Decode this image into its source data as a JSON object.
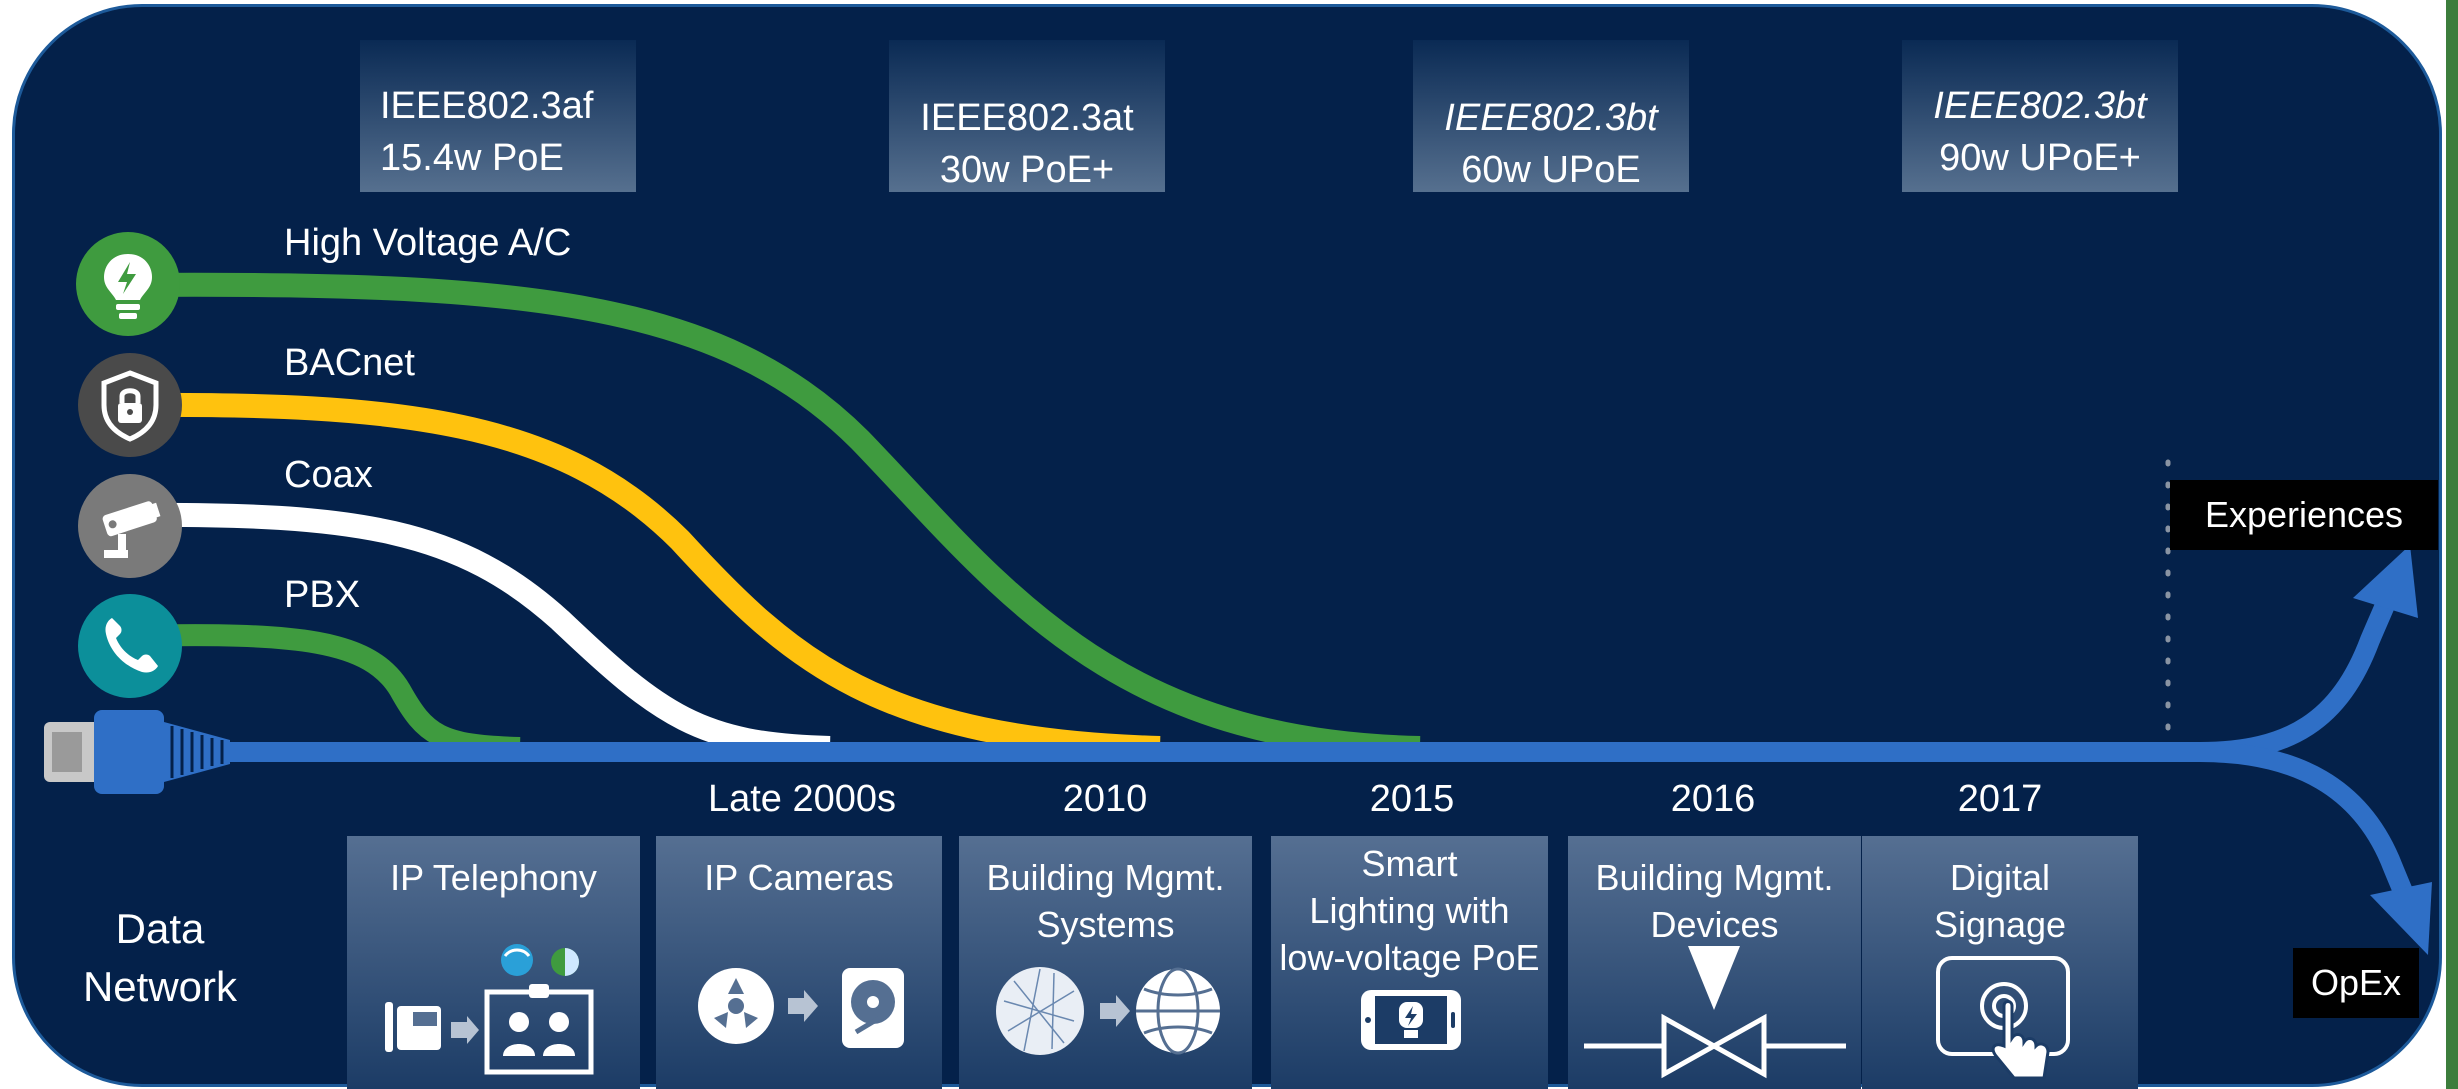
{
  "standards": [
    {
      "line1": "IEEE802.3af",
      "line2": "15.4w PoE"
    },
    {
      "line1": "IEEE802.3at",
      "line2": "30w PoE+"
    },
    {
      "line1": "IEEE802.3bt",
      "line2": "60w UPoE"
    },
    {
      "line1": "IEEE802.3bt",
      "line2": "90w UPoE+"
    }
  ],
  "cables": [
    {
      "label": "High Voltage A/C",
      "icon": "lightbulb-icon",
      "color": "#3f9b3f"
    },
    {
      "label": "BACnet",
      "icon": "shield-lock-icon",
      "color": "#ffc20e"
    },
    {
      "label": "Coax",
      "icon": "security-camera-icon",
      "color": "#ffffff"
    },
    {
      "label": "PBX",
      "icon": "phone-icon",
      "color": "#3f9b3f"
    }
  ],
  "data_network": {
    "line1": "Data",
    "line2": "Network"
  },
  "years": [
    "Late 2000s",
    "2010",
    "2015",
    "2016",
    "2017"
  ],
  "cards": [
    {
      "line1": "IP Telephony",
      "line2": "",
      "line3": ""
    },
    {
      "line1": "IP Cameras",
      "line2": "",
      "line3": ""
    },
    {
      "line1": "Building Mgmt.",
      "line2": "Systems",
      "line3": ""
    },
    {
      "line1": "Smart",
      "line2": "Lighting with",
      "line3": "low-voltage PoE"
    },
    {
      "line1": "Building Mgmt.",
      "line2": "Devices",
      "line3": ""
    },
    {
      "line1": "Digital",
      "line2": "Signage",
      "line3": ""
    }
  ],
  "outcomes": {
    "experiences": "Experiences",
    "opex": "OpEx"
  },
  "colors": {
    "background": "#04214a",
    "network": "#2f6fc6",
    "green": "#3f9b3f",
    "yellow": "#ffc20e",
    "white": "#ffffff"
  }
}
